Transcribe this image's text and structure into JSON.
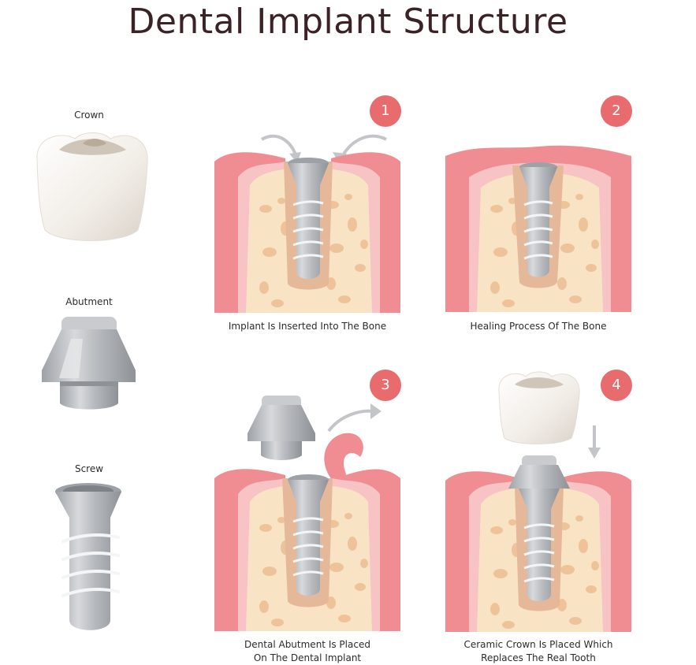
{
  "title": "Dental Implant Structure",
  "parts": {
    "crown": "Crown",
    "abutment": "Abutment",
    "screw": "Screw"
  },
  "steps": [
    {
      "number": "1",
      "caption": "Implant Is Inserted Into The Bone"
    },
    {
      "number": "2",
      "caption": "Healing Process Of The Bone"
    },
    {
      "number": "3",
      "caption_line1": "Dental Abutment Is Placed",
      "caption_line2": "On The Dental Implant"
    },
    {
      "number": "4",
      "caption_line1": "Ceramic Crown Is Placed Which",
      "caption_line2": "Replaces The Real Tooth"
    }
  ],
  "colors": {
    "gum": "#ef8d92",
    "gum_light": "#f7c3c4",
    "bone": "#f8e4c4",
    "bone_spot": "#eec39a",
    "metal": "#b9bcc0",
    "badge": "#e86b6e",
    "title": "#3b2226"
  }
}
